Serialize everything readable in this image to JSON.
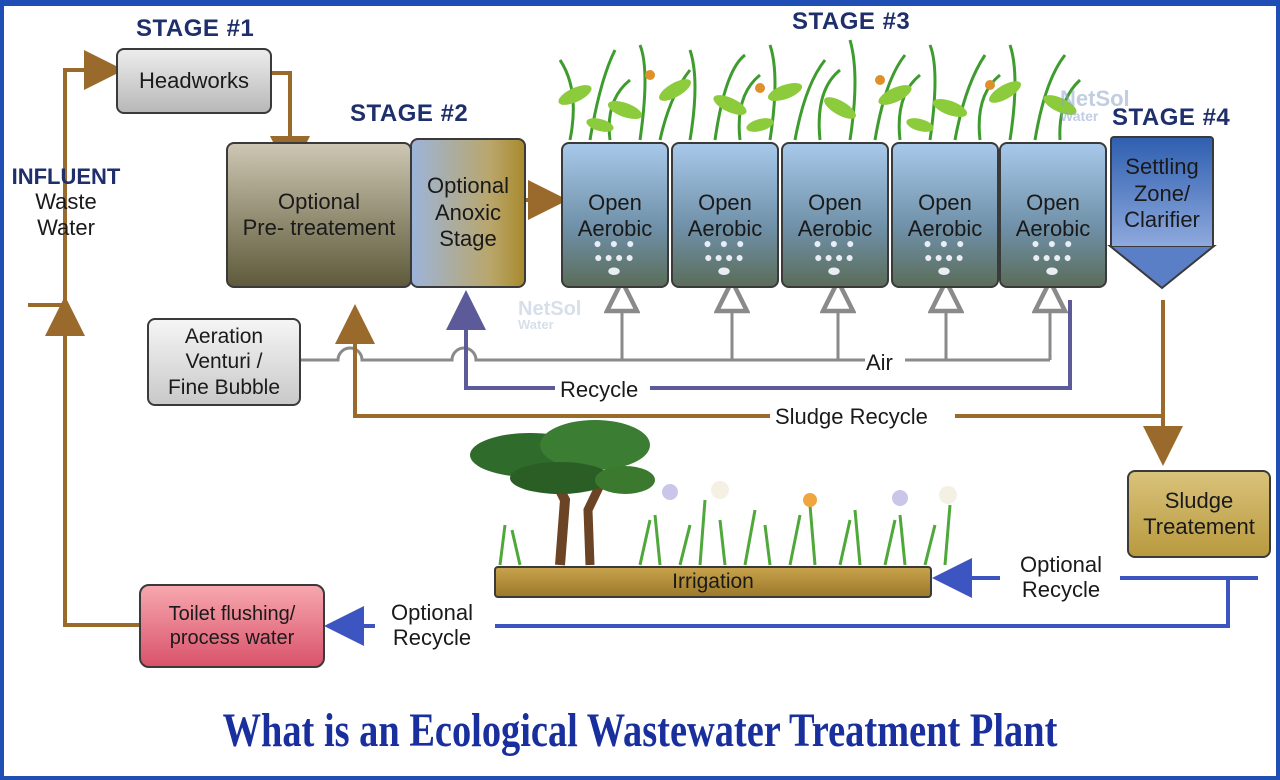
{
  "stages": {
    "stage1": "STAGE #1",
    "stage2": "STAGE #2",
    "stage3": "STAGE #3",
    "stage4": "STAGE #4"
  },
  "influent": {
    "line1": "INFLUENT",
    "line2": "Waste",
    "line3": "Water"
  },
  "boxes": {
    "headworks": "Headworks",
    "pretreatment": {
      "line1": "Optional",
      "line2": "Pre- treatement"
    },
    "anoxic": {
      "line1": "Optional",
      "line2": "Anoxic",
      "line3": "Stage"
    },
    "aerobic": [
      {
        "line1": "Open",
        "line2": "Aerobic"
      },
      {
        "line1": "Open",
        "line2": "Aerobic"
      },
      {
        "line1": "Open",
        "line2": "Aerobic"
      },
      {
        "line1": "Open",
        "line2": "Aerobic"
      },
      {
        "line1": "Open",
        "line2": "Aerobic"
      }
    ],
    "settling": {
      "line1": "Settling",
      "line2": "Zone/",
      "line3": "Clarifier"
    },
    "aeration": {
      "line1": "Aeration",
      "line2": "Venturi /",
      "line3": "Fine Bubble"
    },
    "sludge_treatment": {
      "line1": "Sludge",
      "line2": "Treatement"
    },
    "toilet": {
      "line1": "Toilet flushing/",
      "line2": "process water"
    },
    "irrigation": "Irrigation"
  },
  "flow_labels": {
    "air": "Air",
    "recycle": "Recycle",
    "sludge_recycle": "Sludge Recycle",
    "optional_recycle_right": {
      "line1": "Optional",
      "line2": "Recycle"
    },
    "optional_recycle_bottom": {
      "line1": "Optional",
      "line2": "Recycle"
    }
  },
  "watermark": {
    "brand": "NetSol",
    "sub": "Water"
  },
  "title": "What is an Ecological Wastewater Treatment Plant",
  "colors": {
    "flow_brown": "#9a6a2c",
    "recycle_purple": "#5d5a9a",
    "air_gray": "#8a8a8a",
    "recycle_blue": "#3d55c0",
    "title_blue": "#1a2f9e"
  }
}
